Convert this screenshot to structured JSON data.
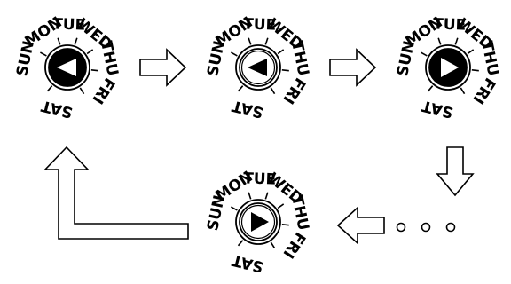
{
  "dials": [
    {
      "id": "dial-1",
      "style": "black-knob-white-pointer",
      "pointer_direction": "left",
      "labels": [
        "SUN",
        "MON",
        "TUE",
        "WED",
        "THU",
        "FRI",
        "SAT"
      ]
    },
    {
      "id": "dial-2",
      "style": "white-knob-black-pointer",
      "pointer_direction": "left",
      "labels": [
        "SUN",
        "MON",
        "TUE",
        "WED",
        "THU",
        "FRI",
        "SAT"
      ]
    },
    {
      "id": "dial-3",
      "style": "black-knob-white-pointer",
      "pointer_direction": "right",
      "labels": [
        "SUN",
        "MON",
        "TUE",
        "WED",
        "THU",
        "FRI",
        "SAT"
      ]
    },
    {
      "id": "dial-4",
      "style": "white-knob-black-pointer",
      "pointer_direction": "right",
      "labels": [
        "SUN",
        "MON",
        "TUE",
        "WED",
        "THU",
        "FRI",
        "SAT"
      ]
    }
  ],
  "arrows": [
    {
      "name": "arrow-dial1-to-dial2",
      "direction": "right"
    },
    {
      "name": "arrow-dial2-to-dial3",
      "direction": "right"
    },
    {
      "name": "arrow-dial3-down",
      "direction": "down"
    },
    {
      "name": "arrow-to-dial4",
      "direction": "left"
    },
    {
      "name": "arrow-loop-back-to-dial1",
      "direction": "up"
    }
  ],
  "ellipsis": "o o o",
  "colors": {
    "ink": "#000000",
    "paper": "#ffffff"
  }
}
